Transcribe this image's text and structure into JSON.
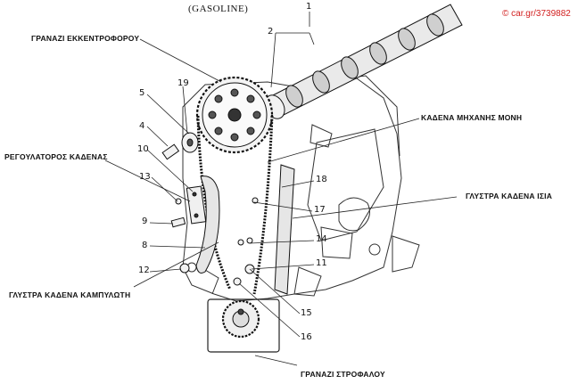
{
  "header": {
    "fuel_type": "(GASOLINE)"
  },
  "watermark": {
    "text": "© car.gr/3739882",
    "color": "#d21f1f"
  },
  "labels": {
    "camshaft_gear": "ΓΡΑΝΑΖΙ ΕΚΚΕΝΤΡΟΦΟΡΟΥ",
    "engine_chain": "ΚΑΔΕΝΑ ΜΗΧΑΝΗΣ ΜΟΝΗ",
    "chain_tensioner": "ΡΕΓΟΥΛΑΤΟΡΟΣ ΚΑΔΕΝΑΣ",
    "straight_guide": "ΓΛΥΣΤΡΑ ΚΑΔΕΝΑ ΙΣΙΑ",
    "curved_guide": "ΓΛΥΣΤΡΑ ΚΑΔΕΝΑ ΚΑΜΠΥΛΩΤΗ",
    "crank_gear": "ΓΡΑΝΑΖΙ ΣΤΡΟΦΑΛΟΥ"
  },
  "callouts": {
    "n1": "1",
    "n2": "2",
    "n4": "4",
    "n5": "5",
    "n8": "8",
    "n9": "9",
    "n10": "10",
    "n11": "11",
    "n12": "12",
    "n13": "13",
    "n14": "14",
    "n15": "15",
    "n16": "16",
    "n17": "17",
    "n18": "18",
    "n19": "19"
  }
}
